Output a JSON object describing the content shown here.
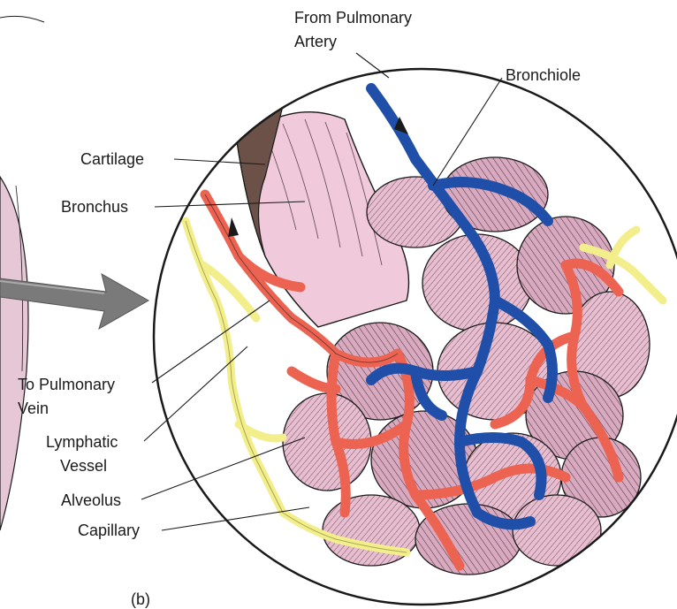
{
  "labels": {
    "from_pulmonary_artery_line1": "From Pulmonary",
    "from_pulmonary_artery_line2": "Artery",
    "bronchiole": "Bronchiole",
    "cartilage": "Cartilage",
    "bronchus": "Bronchus",
    "to_pulmonary_vein_line1": "To Pulmonary",
    "to_pulmonary_vein_line2": "Vein",
    "lymphatic_vessel_line1": "Lymphatic",
    "lymphatic_vessel_line2": "Vessel",
    "alveolus": "Alveolus",
    "capillary": "Capillary",
    "panel": "(b)"
  },
  "colors": {
    "artery_blue": "#1f4fa8",
    "vein_red": "#ec6352",
    "lymph_yellow": "#f2ee8c",
    "alveolus_pink": "#e8bdcf",
    "cartilage_brown": "#6b5148",
    "outline": "#1a1a1a"
  }
}
